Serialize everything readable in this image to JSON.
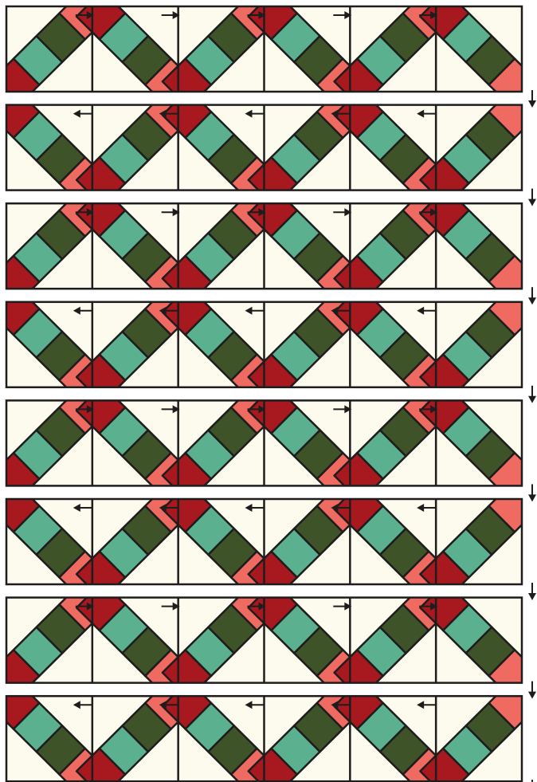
{
  "colors": {
    "background": "#FDFAEE",
    "corner_grey": "#CDC9B6",
    "dark_red": "#A8181F",
    "teal": "#5BB18F",
    "dark_green": "#3F5329",
    "coral": "#EF6B62",
    "outline": "#1E1C1C",
    "arrow": "#1E1C1C"
  },
  "quilt": {
    "rows": 8,
    "blocks_per_row": 6,
    "row_orientation": [
      "up",
      "down",
      "up",
      "down",
      "up",
      "down",
      "up",
      "down"
    ],
    "strip_order_up": [
      "dark_red",
      "teal",
      "dark_green",
      "coral"
    ],
    "strip_order_down": [
      "dark_red",
      "teal",
      "dark_green",
      "coral"
    ],
    "pressing_arrow_direction": [
      "right",
      "left",
      "right",
      "left",
      "right",
      "left",
      "right",
      "left"
    ],
    "side_arrow_icon": "arrow-down-icon",
    "row_arrow_icons": [
      "arrow-right-icon",
      "arrow-left-icon"
    ]
  }
}
